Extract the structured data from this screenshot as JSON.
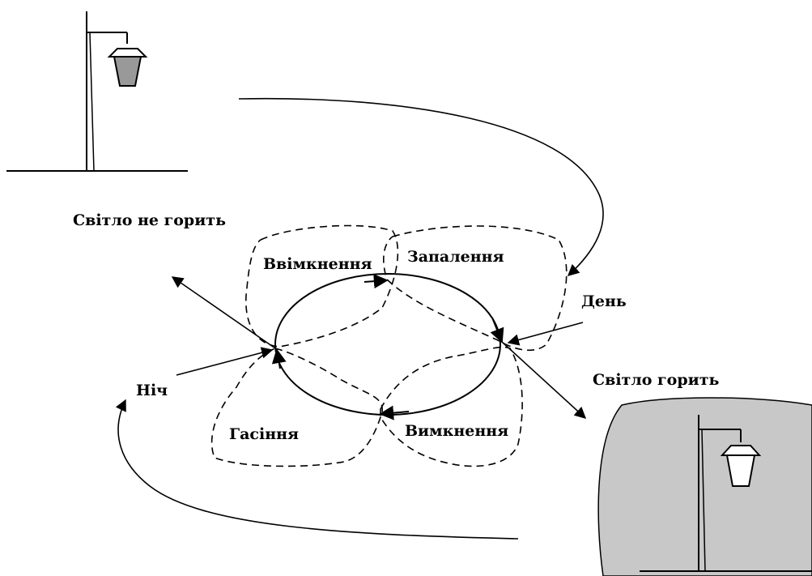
{
  "labels": {
    "light_off": "Світло не горить",
    "light_on": "Світло горить",
    "switch_on": "Ввімкнення",
    "ignition": "Запалення",
    "day": "День",
    "night": "Ніч",
    "extinguish": "Гасіння",
    "switch_off": "Вимкнення"
  },
  "colors": {
    "ink": "#000000",
    "lamp_glass_unlit": "#999999",
    "lit_region": "#c8c8c8",
    "lit_lamp_glass": "#ffffff"
  }
}
